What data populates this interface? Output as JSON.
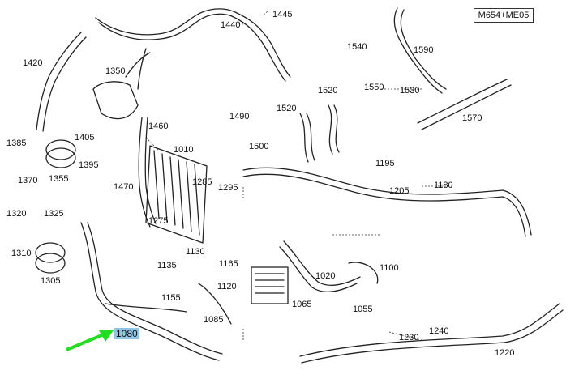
{
  "model_code": "M654+ME05",
  "highlighted_part": "1080",
  "pointer_color": "#22dd22",
  "highlight_color": "#8fc6e6",
  "part_numbers": [
    "1445",
    "1440",
    "1420",
    "1350",
    "1540",
    "1550",
    "1530",
    "1590",
    "1520",
    "1490",
    "1500",
    "1520",
    "1570",
    "1460",
    "1010",
    "1405",
    "1385",
    "1395",
    "1370",
    "1355",
    "1470",
    "1285",
    "1295",
    "1195",
    "1205",
    "1180",
    "1320",
    "1325",
    "1310",
    "1305",
    "1275",
    "1130",
    "1135",
    "1165",
    "1155",
    "1100",
    "1120",
    "1020",
    "1085",
    "1065",
    "1055",
    "1230",
    "1240",
    "1220",
    "1080"
  ]
}
